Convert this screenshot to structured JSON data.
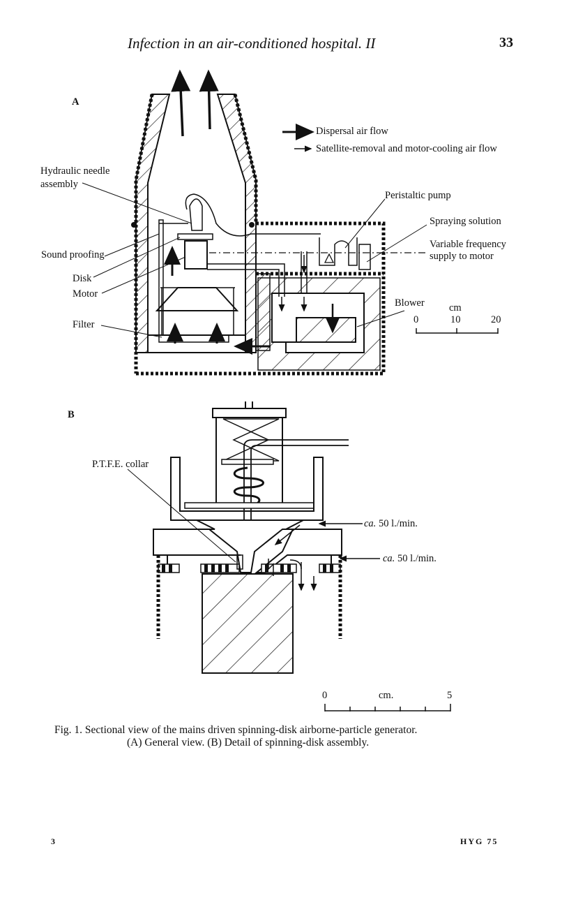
{
  "header": {
    "running_title": "Infection in an air-conditioned hospital. II",
    "page_number": "33"
  },
  "figure_a": {
    "panel_label": "A",
    "legend": {
      "dispersal": "Dispersal air flow",
      "satellite": "Satellite-removal and motor-cooling air flow"
    },
    "labels": {
      "hydraulic_1": "Hydraulic needle",
      "hydraulic_2": "assembly",
      "sound_proofing": "Sound proofing",
      "disk": "Disk",
      "motor": "Motor",
      "filter": "Filter",
      "peristaltic": "Peristaltic pump",
      "spraying": "Spraying solution",
      "variable_1": "Variable frequency",
      "variable_2": "supply to motor",
      "blower": "Blower"
    },
    "scale": {
      "unit": "cm",
      "ticks": [
        "0",
        "10",
        "20"
      ]
    }
  },
  "figure_b": {
    "panel_label": "B",
    "labels": {
      "ptfe": "P.T.F.E. collar",
      "ca": "ca.",
      "flow_1": "50 l./min.",
      "flow_2": "50 l./min."
    },
    "scale": {
      "unit": "cm.",
      "ticks": [
        "0",
        "5"
      ]
    }
  },
  "caption": {
    "line1": "Fig. 1. Sectional view of the mains driven spinning-disk airborne-particle generator.",
    "line2": "(A) General view. (B) Detail of spinning-disk assembly."
  },
  "footer": {
    "left": "3",
    "right": "HYG 75"
  }
}
